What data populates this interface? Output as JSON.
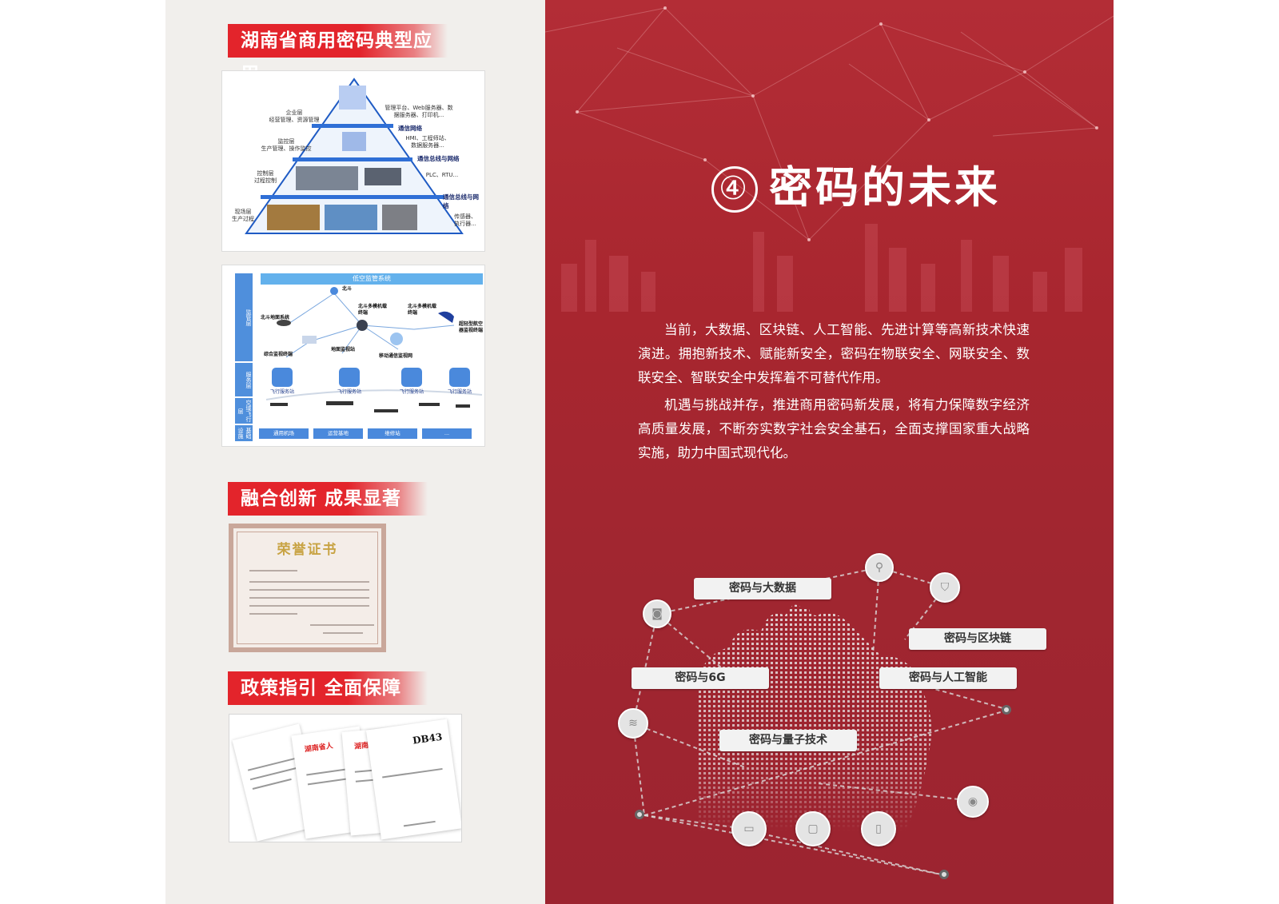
{
  "left": {
    "ribbon1": "湖南省商用密码典型应用",
    "pyramid": {
      "labels": [
        "企业层\n经营管理、资源管理",
        "监控层\n生产管理、操作监控",
        "控制层\n过程控制",
        "现场层\n生产过程",
        "管理平台、Web服务器、数\n据服务器、打印机...",
        "HMI、工程师站、\n数据服务器...",
        "PLC、RTU...",
        "传感器、\n执行器..."
      ],
      "bars": [
        "通信网络",
        "通信总线与网络",
        "通信总线与网络"
      ]
    },
    "drone": {
      "title": "低空监管系统",
      "side": [
        "监管层",
        "服务层",
        "空域飞行层",
        "基础设施层"
      ],
      "labels": [
        "北斗地面系统",
        "北斗",
        "北斗多模机载终端",
        "北斗多模机载终端",
        "超轻型航空器监视终端",
        "综合监视终端",
        "地面监视站",
        "移动通信监视网"
      ],
      "stations": [
        "飞行服务站",
        "飞行服务站",
        "飞行服务站",
        "飞行服务站"
      ],
      "bottom": [
        "通用机场",
        "运营基地",
        "维修站",
        "..."
      ]
    },
    "ribbon2": "融合创新  成果显著",
    "cert_title": "荣誉证书",
    "ribbon3": "政策指引  全面保障",
    "docs": [
      "湖南省人",
      "湖南省人",
      "DB43"
    ]
  },
  "right": {
    "section_num": "④",
    "section_title": "密码的未来",
    "para1": "当前，大数据、区块链、人工智能、先进计算等高新技术快速演进。拥抱新技术、赋能新安全，密码在物联安全、网联安全、数联安全、智联安全中发挥着不可替代作用。",
    "para2": "机遇与挑战并存，推进商用密码新发展，将有力保障数字经济高质量发展，不断夯实数字社会安全基石，全面支撑国家重大战略实施，助力中国式现代化。",
    "pills": {
      "bigdata": "密码与大数据",
      "blockchain": "密码与区块链",
      "g6": "密码与6G",
      "ai": "密码与人工智能",
      "quantum": "密码与量子技术"
    },
    "icons": [
      "location-icon",
      "shield-icon",
      "camera-icon",
      "wifi-icon",
      "eye-icon",
      "card-icon",
      "monitor-icon",
      "phone-icon"
    ]
  }
}
